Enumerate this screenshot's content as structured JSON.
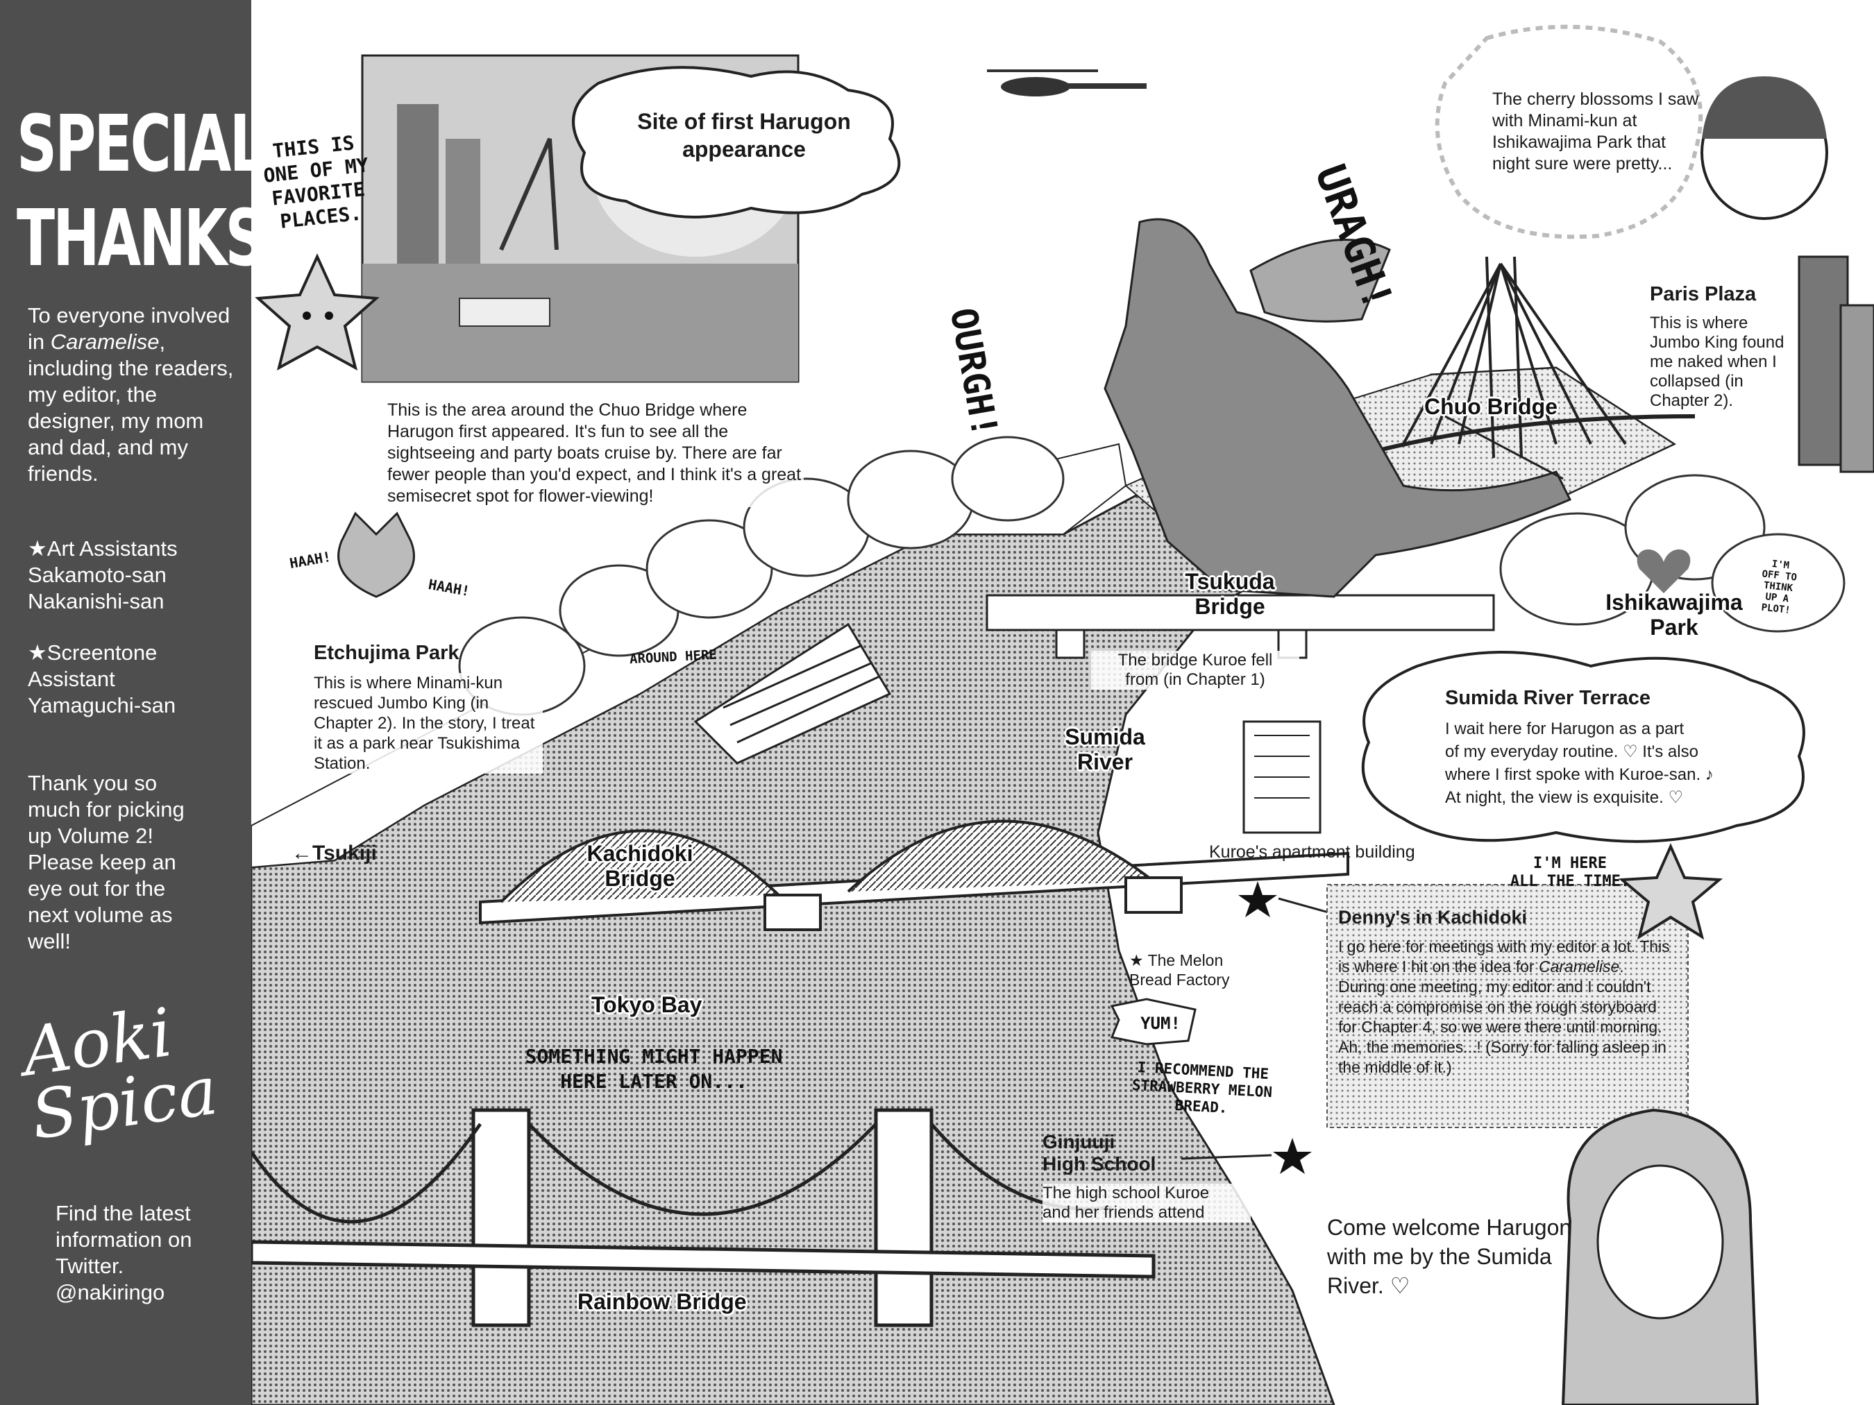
{
  "sidebar": {
    "heading": [
      "SPECIAL",
      "THANKS"
    ],
    "thanks": [
      "To everyone involved in",
      "Caramelise",
      ", including the readers, my editor, the designer, my mom and dad, and my friends."
    ],
    "art_assistants": [
      "★Art Assistants",
      "Sakamoto-san",
      "Nakanishi-san"
    ],
    "screentone": [
      "★Screentone Assistant",
      "Yamaguchi-san"
    ],
    "closing": "Thank you so much for picking up Volume 2! Please keep an eye out for the next volume as well!",
    "signature": "Aoki Spica",
    "twitter": [
      "Find the latest information on Twitter.",
      "@nakiringo"
    ]
  },
  "photo": {
    "note": [
      "THIS IS",
      "ONE OF MY",
      "FAVORITE",
      "PLACES."
    ],
    "caption": "This is the area around the Chuo Bridge where Harugon first appeared. It's fun to see all the sightseeing and party boats cruise by. There are far fewer people than you'd expect, and I think it's a great semisecret spot for flower-viewing!"
  },
  "harugon": {
    "bubble": [
      "Site of first Harugon",
      "appearance"
    ],
    "sfx_left": "OURGH!",
    "sfx_right": "URAGH!"
  },
  "cherry_note": "The cherry blossoms I saw with Minami-kun at Ishikawajima Park that night sure were pretty...",
  "paris_plaza": {
    "title": "Paris Plaza",
    "text": "This is where Jumbo King found me naked when I collapsed (in Chapter 2)."
  },
  "chuo_bridge": "Chuo Bridge",
  "tsukuda_bridge": {
    "title": [
      "Tsukuda",
      "Bridge"
    ],
    "text": [
      "The bridge Kuroe fell",
      "from (in Chapter 1)"
    ]
  },
  "ishikawajima": {
    "title": [
      "Ishikawajima",
      "Park"
    ],
    "note": [
      "I'M",
      "OFF TO",
      "THINK",
      "UP A",
      "PLOT!"
    ]
  },
  "etchujima": {
    "title": "Etchujima Park",
    "text": "This is where Minami-kun rescued Jumbo King (in Chapter 2). In the story, I treat it as a park near Tsukishima Station.",
    "haah1": "HAAH!",
    "haah2": "HAAH!",
    "around_here": "AROUND HERE"
  },
  "sumida_terrace": {
    "title": "Sumida River Terrace",
    "text": [
      "I wait here for Harugon as a part",
      "of my everyday routine. ♡ It's also",
      "where I first spoke with Kuroe-san. ♪",
      "At night, the view is exquisite. ♡"
    ]
  },
  "sumida_river": [
    "Sumida",
    "River"
  ],
  "tsukiji": "←Tsukiji",
  "kachidoki_bridge": [
    "Kachidoki",
    "Bridge"
  ],
  "apartment": "Kuroe's apartment building",
  "dennys": {
    "here": [
      "I'M HERE",
      "ALL THE TIME."
    ],
    "title": "Denny's in Kachidoki",
    "text_a": "I go here for meetings with my editor a lot. This is where I hit on the idea for ",
    "title_work": "Caramelise",
    "text_b": ". During one meeting, my editor and I couldn't reach a compromise on the rough storyboard for Chapter 4, so we were there until morning. Ah, the memories...! (Sorry for falling asleep in the middle of it.)"
  },
  "melon": {
    "title": [
      "★ The Melon",
      "Bread Factory"
    ],
    "yum": "YUM!",
    "recommend": [
      "I RECOMMEND THE",
      "STRAWBERRY MELON",
      "BREAD."
    ]
  },
  "tokyo_bay": "Tokyo Bay",
  "later": [
    "SOMETHING MIGHT HAPPEN",
    "HERE LATER ON..."
  ],
  "ginjuuji": {
    "title": [
      "Ginjuuji",
      "High School"
    ],
    "text": [
      "The high school Kuroe",
      "and her friends attend"
    ]
  },
  "rainbow_bridge": "Rainbow Bridge",
  "welcome": "Come welcome Harugon with me by the Sumida River. ♡",
  "colors": {
    "sidebar": "#4e4e4e",
    "ink": "#1a1a1a",
    "tone": "#9a9a9a",
    "paper": "#ffffff"
  },
  "icons": [
    "star-mascot-icon",
    "dog-icon",
    "helicopter-icon",
    "dragon-icon",
    "star-icon",
    "heart-icon",
    "building-icon"
  ]
}
